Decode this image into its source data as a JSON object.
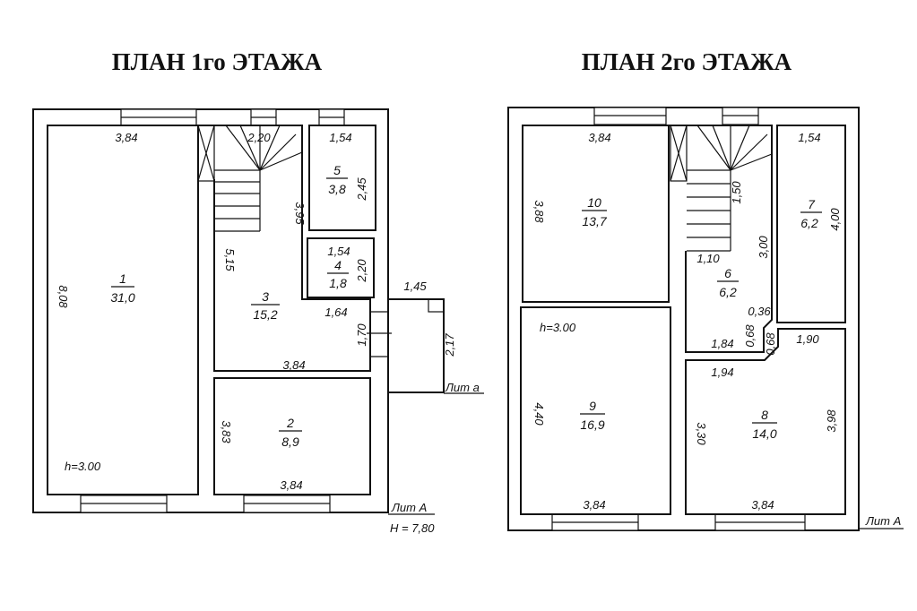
{
  "plan1": {
    "title": "ПЛАН 1го ЭТАЖА",
    "rooms": [
      {
        "num": "1",
        "area": "31,0"
      },
      {
        "num": "2",
        "area": "8,9"
      },
      {
        "num": "3",
        "area": "15,2"
      },
      {
        "num": "4",
        "area": "1,8"
      },
      {
        "num": "5",
        "area": "3,8"
      }
    ],
    "dims": [
      "3,84",
      "2,20",
      "1,54",
      "2,45",
      "3,95",
      "5,15",
      "8,08",
      "1,54",
      "2,20",
      "1,64",
      "1,70",
      "3,84",
      "3,83",
      "3,84",
      "1,45",
      "2,17"
    ],
    "height": "h=3.00",
    "lit_a_small": "Лит а",
    "lit_a": "Лит А",
    "total_height": "Н = 7,80"
  },
  "plan2": {
    "title": "ПЛАН 2го ЭТАЖА",
    "rooms": [
      {
        "num": "10",
        "area": "13,7"
      },
      {
        "num": "7",
        "area": "6,2"
      },
      {
        "num": "6",
        "area": "6,2"
      },
      {
        "num": "9",
        "area": "16,9"
      },
      {
        "num": "8",
        "area": "14,0"
      }
    ],
    "dims": [
      "3,84",
      "1,54",
      "3,88",
      "1,50",
      "4,00",
      "3,00",
      "1,10",
      "0,36",
      "0,68",
      "0,68",
      "1,84",
      "1,90",
      "1,94",
      "4,40",
      "3,30",
      "3,98",
      "3,84",
      "3,84"
    ],
    "height": "h=3.00",
    "lit_a": "Лит А"
  }
}
